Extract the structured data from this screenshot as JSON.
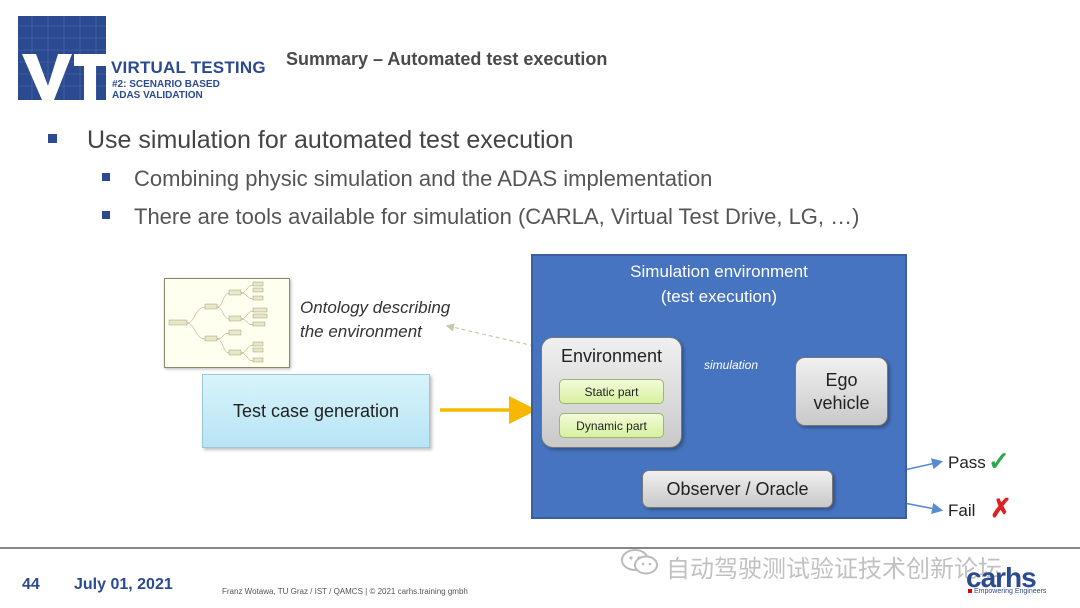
{
  "header": {
    "brand_title": "VIRTUAL TESTING",
    "brand_sub_1": "#2: SCENARIO BASED",
    "brand_sub_2": "ADAS VALIDATION",
    "slide_title": "Summary – Automated test execution"
  },
  "bullets": {
    "level1": "Use simulation for automated test execution",
    "level2": [
      "Combining physic simulation and the ADAS implementation",
      "There are tools available for simulation (CARLA, Virtual Test Drive, LG, …)"
    ]
  },
  "diagram": {
    "ontology_label_1": "Ontology describing",
    "ontology_label_2": "the environment",
    "test_case": "Test case generation",
    "sim_env_title_1": "Simulation environment",
    "sim_env_title_2": "(test execution)",
    "environment": "Environment",
    "static_part": "Static part",
    "dynamic_part": "Dynamic part",
    "simulation_label": "simulation",
    "ego_1": "Ego",
    "ego_2": "vehicle",
    "observer": "Observer / Oracle",
    "pass": "Pass",
    "pass_mark": "✓",
    "fail": "Fail",
    "fail_mark": "✗"
  },
  "footer": {
    "page_number": "44",
    "date": "July 01, 2021",
    "credit": "Franz Wotawa, TU Graz / IST / QAMCS | © 2021 carhs.training gmbh",
    "watermark": "自动驾驶测试验证技术创新论坛",
    "logo": "carhs",
    "tagline": "Empowering Engineers"
  },
  "colors": {
    "brand_blue": "#2c4a8f",
    "sim_env_blue": "#4674c0",
    "arrow_orange": "#f6b800",
    "pass_green": "#2da84a",
    "fail_red": "#e02020"
  }
}
